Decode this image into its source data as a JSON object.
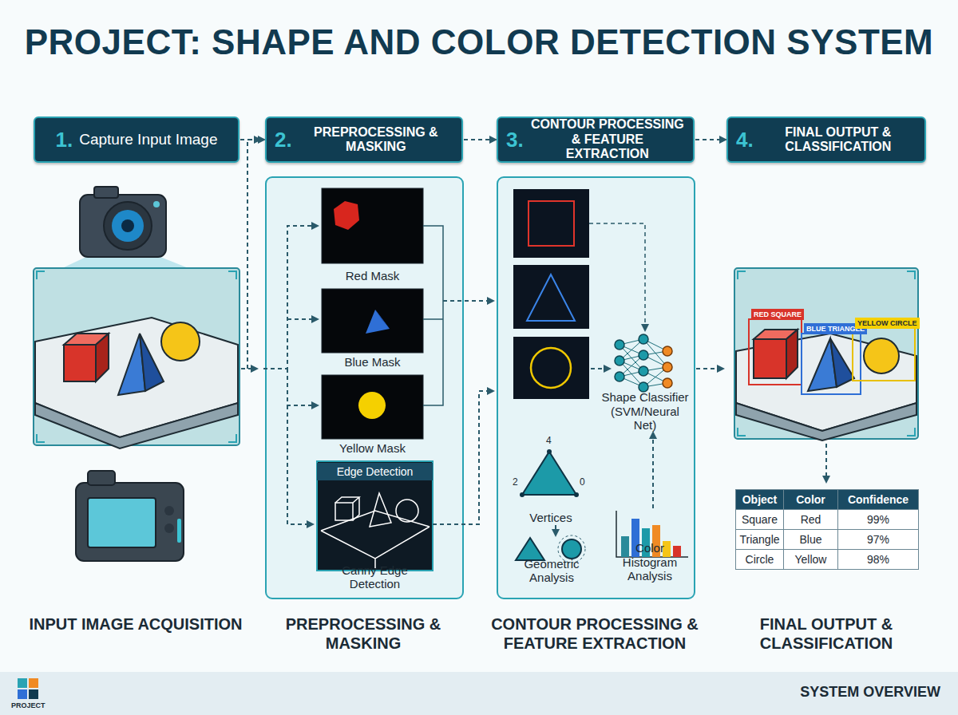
{
  "diagram": {
    "title": "PROJECT: SHAPE AND COLOR DETECTION SYSTEM",
    "nodes": [
      {
        "text": [
          "1.",
          "Capture Input Image"
        ]
      },
      {
        "text": [
          "2.",
          "PREPROCESSING & MASKING"
        ]
      },
      {
        "text": [
          "3.",
          "CONTOUR PROCESSING & FEATURE EXTRACTION"
        ]
      },
      {
        "text": [
          "4.",
          "FINAL OUTPUT & CLASSIFICATION"
        ]
      },
      {
        "text": [
          "Red Mask"
        ]
      },
      {
        "text": [
          "Blue Mask"
        ]
      },
      {
        "text": [
          "Yellow Mask"
        ]
      },
      {
        "text": [
          "Edge Detection",
          "Canny Edge Detection"
        ]
      },
      {
        "text": [
          "Shape Classifier (SVM/Neural Net)"
        ]
      },
      {
        "text": [
          "4",
          "2",
          "0",
          "Vertices"
        ]
      },
      {
        "text": [
          "Geometric Analysis"
        ]
      },
      {
        "text": [
          "Color Histogram Analysis"
        ]
      },
      {
        "text": [
          "RED SQUARE"
        ]
      },
      {
        "text": [
          "BLUE TRIANGLE"
        ]
      },
      {
        "text": [
          "YELLOW CIRCLE"
        ]
      }
    ],
    "edges": [
      {
        "from": 0,
        "to": 1,
        "arrow": "to"
      },
      {
        "from": 1,
        "to": 2,
        "arrow": "to"
      },
      {
        "from": 2,
        "to": 3,
        "arrow": "to"
      },
      {
        "from": 9,
        "to": 10,
        "arrow": "to"
      },
      {
        "from": 11,
        "to": 8,
        "arrow": "to"
      }
    ],
    "labels": [
      "INPUT IMAGE ACQUISITION",
      "PREPROCESSING & MASKING",
      "CONTOUR PROCESSING & FEATURE EXTRACTION",
      "FINAL OUTPUT & CLASSIFICATION",
      "Object",
      "Color",
      "Confidence",
      "Square",
      "Red",
      "99%",
      "Triangle",
      "Blue",
      "97%",
      "Circle",
      "Yellow",
      "98%",
      "PROJECT",
      "SYSTEM OVERVIEW"
    ]
  }
}
